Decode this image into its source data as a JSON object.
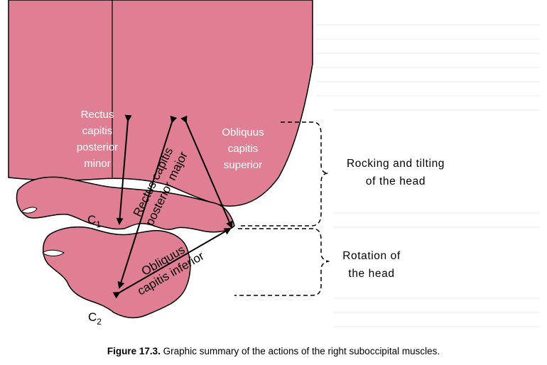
{
  "labels": {
    "rectus_minor": [
      "Rectus",
      "capitis",
      "posterior",
      "minor"
    ],
    "obliquus_superior": [
      "Obliquus",
      "capitis",
      "superior"
    ],
    "rectus_major": [
      "Rectus capitis",
      "posterior major"
    ],
    "obliquus_inferior": [
      "Obliquus",
      "capitis inferior"
    ],
    "c1": "C",
    "c1_sub": "1",
    "c2": "C",
    "c2_sub": "2"
  },
  "actions": {
    "rocking_line1": "Rocking and tilting",
    "rocking_line2": "of the head",
    "rotation_line1": "Rotation of",
    "rotation_line2": "the head"
  },
  "caption": {
    "figure_number": "Figure 17.3.",
    "text": " Graphic summary of the actions of the right suboccipital muscles."
  },
  "colors": {
    "muscle_pink": "#e07f93",
    "outline": "#000000",
    "background": "#ffffff"
  }
}
